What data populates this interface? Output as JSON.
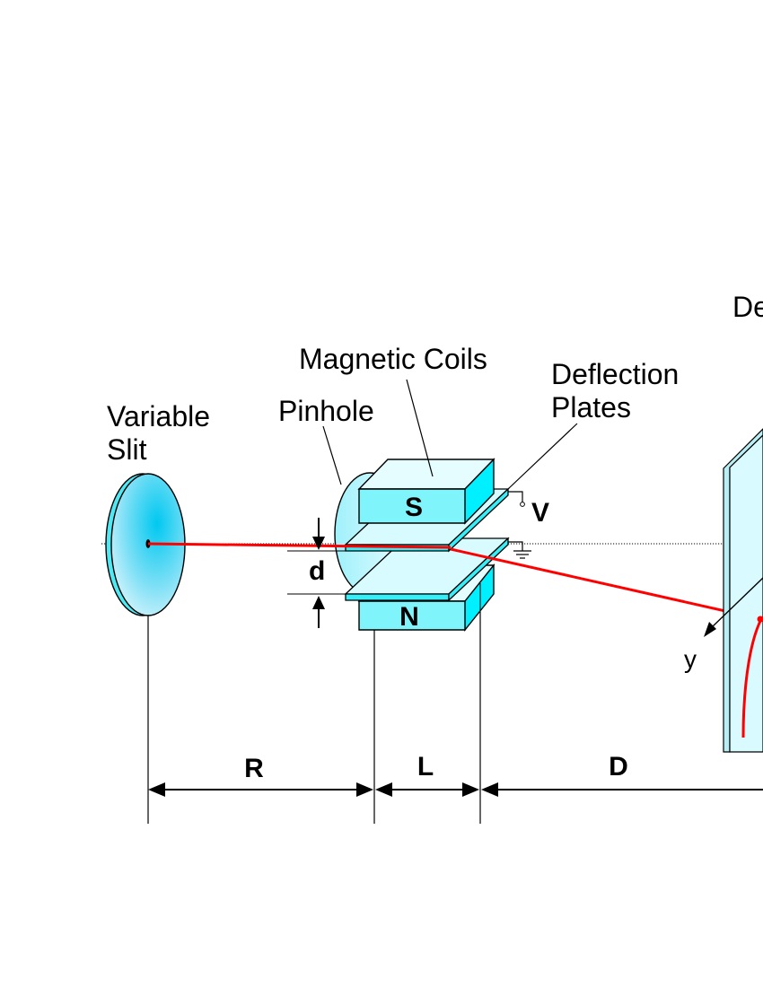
{
  "labels": {
    "variable_slit_line1": "Variable",
    "variable_slit_line2": "Slit",
    "pinhole": "Pinhole",
    "magnetic_coils": "Magnetic Coils",
    "deflection_plates_line1": "Deflection",
    "deflection_plates_line2": "Plates",
    "detector_partial": "De",
    "pole_s": "S",
    "pole_n": "N",
    "voltage": "V",
    "plate_gap": "d",
    "axis_y": "y",
    "dist_r": "R",
    "dist_l": "L",
    "dist_d": "D"
  },
  "colors": {
    "beam": "#ff0000",
    "coil_light": "#7ff4fb",
    "coil_dark": "#00f0ff",
    "disc_center": "#00c8f0",
    "screen_face": "#d9fbff"
  }
}
